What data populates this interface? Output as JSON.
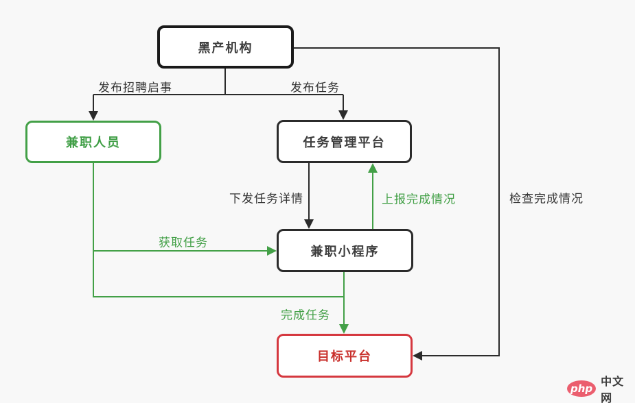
{
  "nodes": {
    "org": {
      "label": "黑产机构"
    },
    "parttime": {
      "label": "兼职人员"
    },
    "platform": {
      "label": "任务管理平台"
    },
    "miniapp": {
      "label": "兼职小程序"
    },
    "target": {
      "label": "目标平台"
    }
  },
  "edges": {
    "publish_recruit": {
      "label": "发布招聘启事",
      "from": "黑产机构",
      "to": "兼职人员"
    },
    "publish_task": {
      "label": "发布任务",
      "from": "黑产机构",
      "to": "任务管理平台"
    },
    "dispatch_detail": {
      "label": "下发任务详情",
      "from": "任务管理平台",
      "to": "兼职小程序"
    },
    "report_status": {
      "label": "上报完成情况",
      "from": "兼职小程序",
      "to": "任务管理平台"
    },
    "get_task": {
      "label": "获取任务",
      "from": "兼职人员",
      "to": "兼职小程序"
    },
    "complete_task": {
      "label": "完成任务",
      "from": "兼职小程序",
      "to": "目标平台"
    },
    "check_status": {
      "label": "检查完成情况",
      "from": "黑产机构",
      "to": "目标平台"
    }
  },
  "colors": {
    "background": "#f8f8f8",
    "line_black": "#2b2b2b",
    "line_green": "#43a047",
    "target_border_red": "#d5383f",
    "target_text_red": "#c9302c",
    "logo_pink": "#eb5e6e"
  },
  "watermark": {
    "logo_text": "php",
    "site_name": "中文网"
  }
}
